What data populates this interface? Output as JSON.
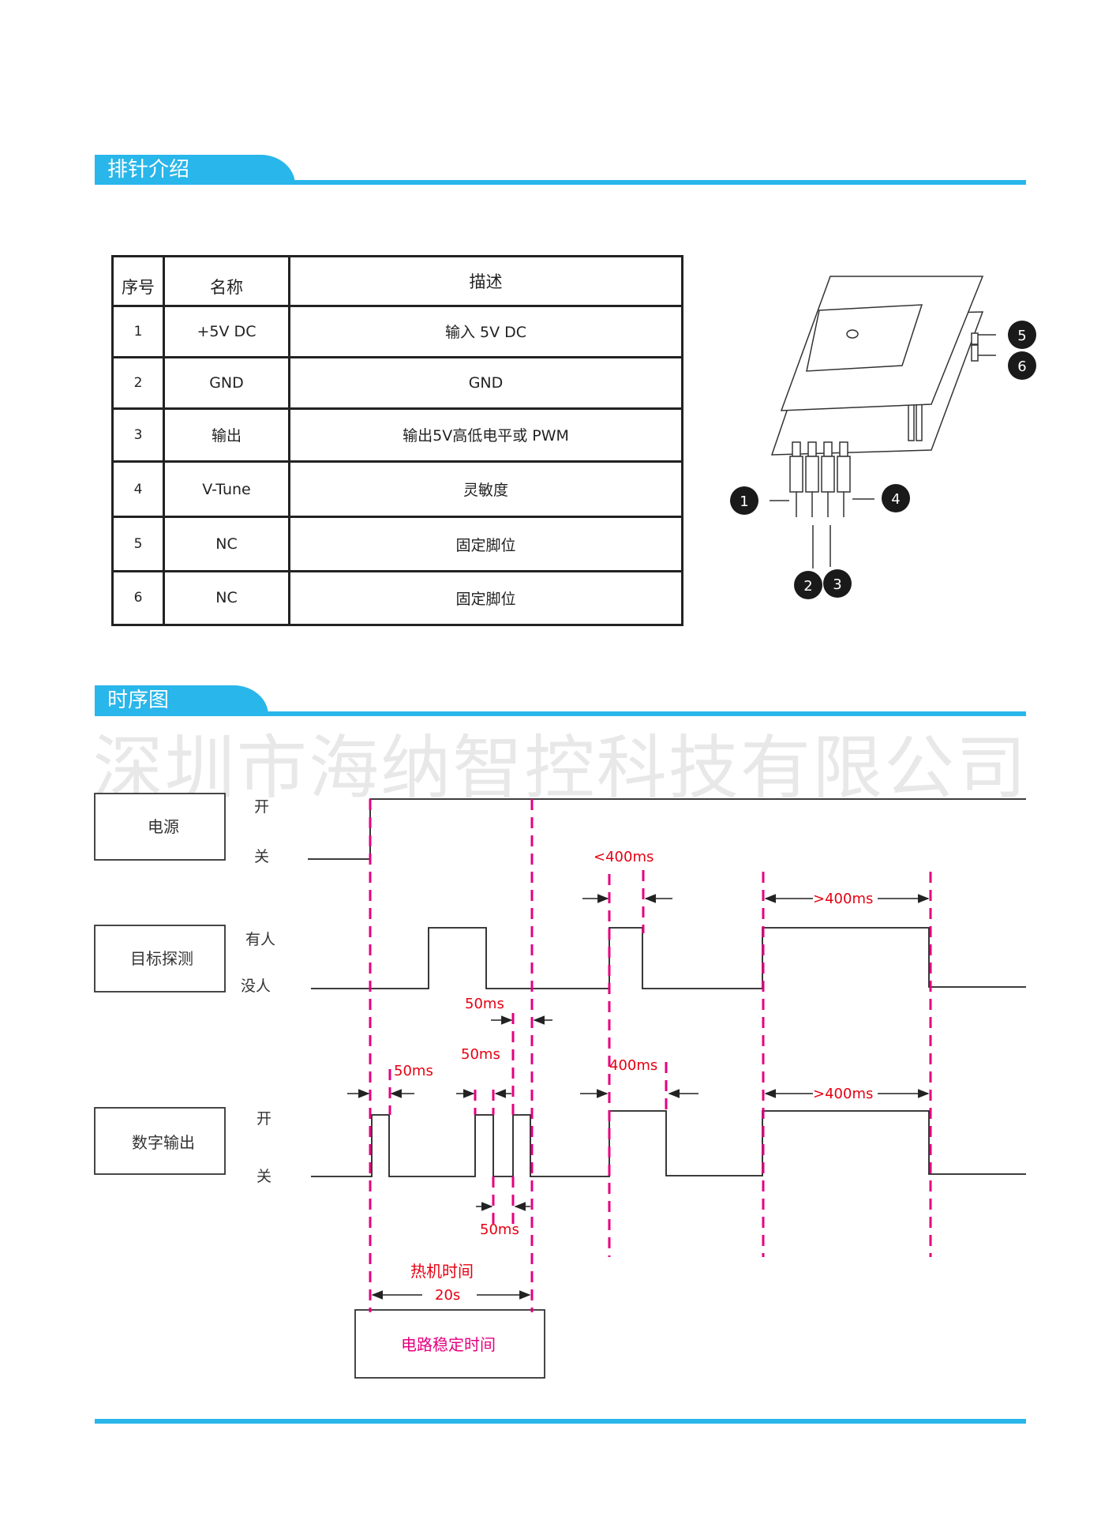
{
  "sections": {
    "pins_title": "排针介绍",
    "timing_title": "时序图"
  },
  "table": {
    "headers": [
      "序号",
      "名称",
      "描述"
    ],
    "rows": [
      [
        "1",
        "+5V DC",
        "输入 5V DC"
      ],
      [
        "2",
        "GND",
        "GND"
      ],
      [
        "3",
        "输出",
        "输出5V高低电平或 PWM"
      ],
      [
        "4",
        "V-Tune",
        "灵敏度"
      ],
      [
        "5",
        "NC",
        "固定脚位"
      ],
      [
        "6",
        "NC",
        "固定脚位"
      ]
    ]
  },
  "module_diagram": {
    "pin_markers": [
      "1",
      "2",
      "3",
      "4",
      "5",
      "6"
    ]
  },
  "watermark": "深圳市海纳智控科技有限公司",
  "timing": {
    "row_labels": {
      "power": "电源",
      "detect": "目标探测",
      "digital": "数字输出"
    },
    "level_labels": {
      "power_on": "开",
      "power_off": "关",
      "detect_yes": "有人",
      "detect_no": "没人",
      "out_on": "开",
      "out_off": "关"
    },
    "annotations": {
      "lt400": "<400ms",
      "gt400_detect": ">400ms",
      "ms50_top": "50ms",
      "ms50_a": "50ms",
      "ms50_b": "50ms",
      "ms50_bottom": "50ms",
      "ms400_out": "400ms",
      "gt400_out": ">400ms",
      "warmup": "热机时间",
      "warmup_value": "20s"
    },
    "stabilize_box": "电路稳定时间"
  },
  "colors": {
    "accent_blue": "#29b6ea",
    "magenta": "#e5007f",
    "red": "#e60012",
    "line": "#222222"
  }
}
